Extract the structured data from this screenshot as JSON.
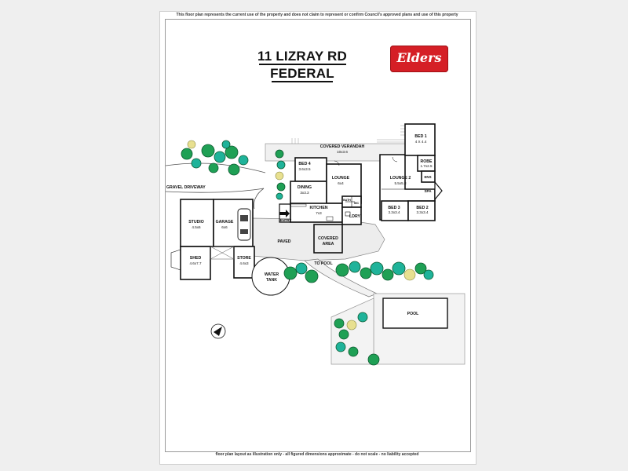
{
  "disclaimer": "This floor plan represents the current use of the property and does not claim to represent or confirm Council's approved plans and use of this property",
  "title_line1": "11 LIZRAY RD",
  "title_line2": "FEDERAL",
  "logo_text": "Elders",
  "footer": "floor plan layout as illustration only - all figured dimensions approximate - do not scale - no liability accepted",
  "colors": {
    "logo_red": "#d51f26",
    "tree_green": "#1fa055",
    "tree_teal": "#1fb39a",
    "tree_yellow": "#e8e090",
    "paving_gray": "#e9e9e9"
  },
  "rooms": {
    "covered_verandah": {
      "name": "COVERED VERANDAH",
      "dim": "10x3.6"
    },
    "bed1": {
      "name": "BED 1",
      "dim": "4 X 4.4"
    },
    "robe": {
      "name": "ROBE",
      "dim": "1.7x2.5"
    },
    "ens": {
      "name": "ENS"
    },
    "spa": {
      "name": "SPA"
    },
    "bed4": {
      "name": "BED 4",
      "dim": "3.6x3.5"
    },
    "lounge": {
      "name": "LOUNGE",
      "dim": "6x4"
    },
    "lounge2": {
      "name": "LOUNGE 2",
      "dim": "5.5x5.8"
    },
    "dining": {
      "name": "DINING",
      "dim": "3x3.3"
    },
    "bath": {
      "name": "BATH"
    },
    "wc": {
      "name": "WC"
    },
    "kitchen": {
      "name": "KITCHEN",
      "dim": "7x3"
    },
    "entry": {
      "name": "ENTRY"
    },
    "ldry": {
      "name": "LDRY"
    },
    "bed3": {
      "name": "BED 3",
      "dim": "3.3x3.4"
    },
    "bed2": {
      "name": "BED 2",
      "dim": "3.3x3.4"
    },
    "studio": {
      "name": "STUDIO",
      "dim": "4.5x6"
    },
    "garage": {
      "name": "GARAGE",
      "dim": "6x6"
    },
    "shed": {
      "name": "SHED",
      "dim": "4.6x7.7"
    },
    "store": {
      "name": "STORE",
      "dim": "4.6x3"
    },
    "paved": {
      "name": "PAVED"
    },
    "covered_area": {
      "name": "COVERED",
      "name2": "AREA"
    },
    "to_pool": {
      "name": "TO POOL"
    },
    "water_tank": {
      "name": "WATER",
      "name2": "TANK"
    },
    "pool": {
      "name": "POOL"
    },
    "gravel_driveway": {
      "name": "GRAVEL DRIVEWAY"
    }
  }
}
